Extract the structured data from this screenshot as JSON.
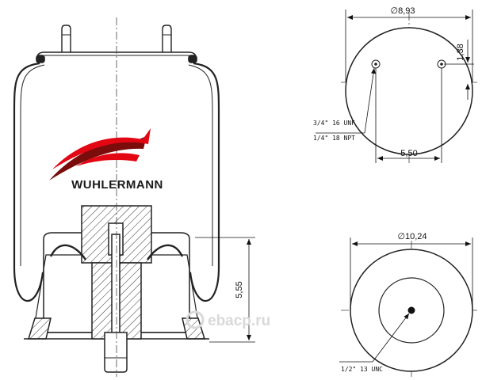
{
  "brand": {
    "name": "WUHLERMANN",
    "accent_red": "#e30613",
    "dark_red": "#7a0c0c"
  },
  "watermark": {
    "text": "ebacр.ru",
    "color": "#d9d9d9"
  },
  "top_view": {
    "diameter_label": "∅8,93",
    "offset_label": "1,38",
    "spacing_label": "5,50",
    "thread_note_1": "3/4\" 16 UNF",
    "thread_note_2": "1/4\" 18 NPT"
  },
  "bottom_view": {
    "diameter_label": "∅10,24",
    "thread_note": "1/2\" 13 UNC"
  },
  "side_view": {
    "height_label": "5,55"
  }
}
